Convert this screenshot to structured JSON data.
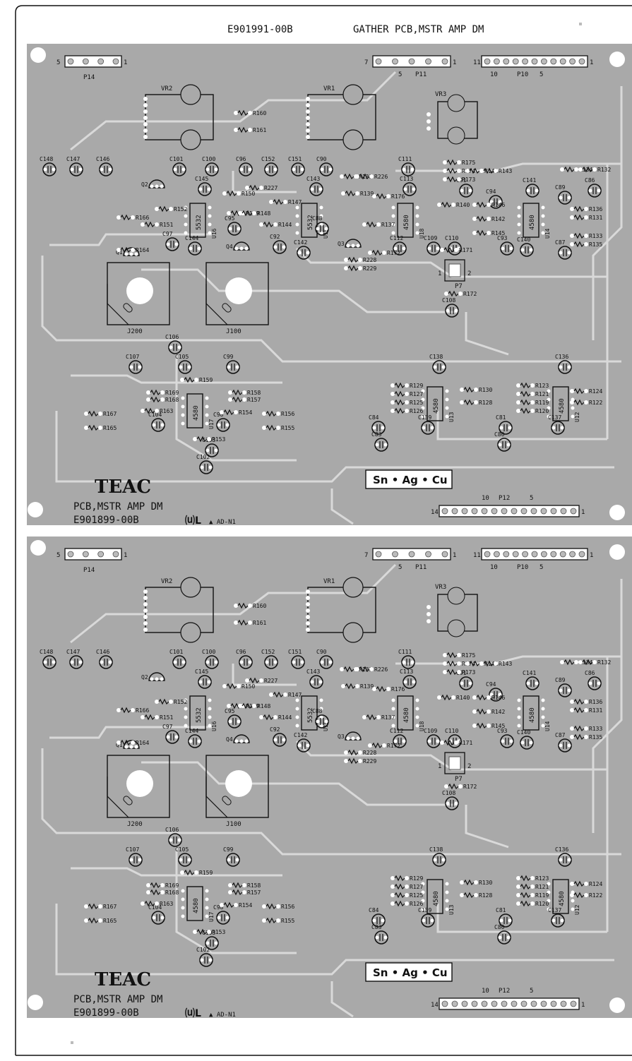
{
  "header": {
    "code": "E901991-00B",
    "title": "GATHER PCB,MSTR AMP DM"
  },
  "boards": [
    {
      "id": "upper",
      "brand": "TEAC",
      "pcb_name": "PCB,MSTR AMP DM",
      "pcb_code": "E901899-00B",
      "cert": "AD-N1",
      "alloy": "Sn • Ag • Cu"
    },
    {
      "id": "lower",
      "brand": "TEAC",
      "pcb_name": "PCB,MSTR AMP DM",
      "pcb_code": "E901899-00B",
      "cert": "AD-N1",
      "alloy": "Sn • Ag • Cu"
    }
  ],
  "connectors": {
    "P14": {
      "name": "P14",
      "left": "5",
      "right": "1"
    },
    "P11": {
      "name": "P11",
      "left": "7",
      "right": "1",
      "mid": "5"
    },
    "P10": {
      "name": "P10",
      "left": "11",
      "right": "1",
      "mid1": "10",
      "mid2": "5"
    },
    "P12": {
      "name": "P12",
      "left": "14",
      "right": "1",
      "mid1": "10",
      "mid2": "5"
    },
    "P7": {
      "name": "P7",
      "left": "1",
      "right": "2"
    }
  },
  "controls": {
    "VR1": "VR1",
    "VR2": "VR2",
    "VR3": "VR3"
  },
  "jacks": {
    "J100": "J100",
    "J200": "J200"
  },
  "ics": [
    "5532",
    "5532",
    "4580",
    "4580",
    "4580",
    "4580",
    "4580"
  ],
  "ic_refs": [
    "U16",
    "U15",
    "U18",
    "U14",
    "U17",
    "U13",
    "U12"
  ],
  "transistors": [
    "Q1",
    "Q2",
    "Q3",
    "Q4"
  ],
  "capacitors": [
    "C148",
    "C147",
    "C146",
    "C101",
    "C100",
    "C96",
    "C152",
    "C151",
    "C90",
    "C111",
    "C145",
    "C143",
    "C113",
    "C91",
    "C141",
    "C89",
    "C86",
    "C97",
    "C144",
    "C95",
    "C92",
    "C88",
    "C142",
    "C112",
    "C109",
    "C110",
    "C94",
    "C93",
    "C140",
    "C87",
    "C108",
    "C106",
    "C107",
    "C99",
    "C105",
    "C104",
    "C98",
    "C103",
    "C102",
    "C138",
    "C139",
    "C84",
    "C83",
    "C136",
    "C81",
    "C137",
    "C80"
  ],
  "resistors": [
    "R160",
    "R161",
    "R175",
    "R174",
    "R173",
    "R141",
    "R143",
    "R134",
    "R132",
    "R138",
    "R226",
    "R139",
    "R176",
    "R227",
    "R150",
    "R152",
    "R166",
    "R151",
    "R149",
    "R148",
    "R147",
    "R144",
    "R137",
    "R140",
    "R146",
    "R142",
    "R145",
    "R136",
    "R131",
    "R133",
    "R135",
    "R164",
    "R228",
    "R229",
    "R177",
    "R171",
    "R172",
    "R159",
    "R169",
    "R168",
    "R158",
    "R157",
    "R167",
    "R165",
    "R163",
    "R154",
    "R156",
    "R155",
    "R153",
    "R129",
    "R127",
    "R125",
    "R126",
    "R130",
    "R128",
    "R123",
    "R121",
    "R119",
    "R120",
    "R124",
    "R122"
  ]
}
